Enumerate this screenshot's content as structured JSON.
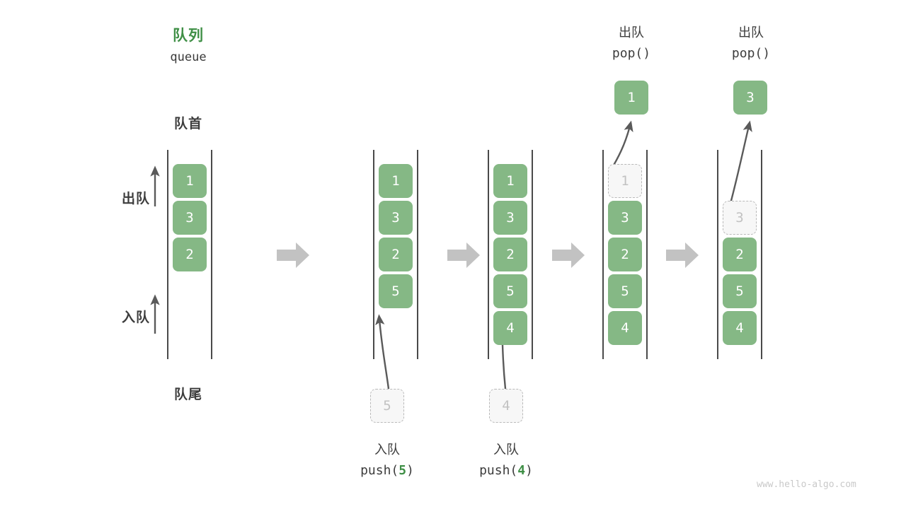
{
  "header": {
    "title_cn": "队列",
    "title_en": "queue"
  },
  "annotations": {
    "front_label": "队首",
    "rear_label": "队尾",
    "dequeue_label": "出队",
    "enqueue_label": "入队"
  },
  "colors": {
    "accent_green": "#3f8f46",
    "cell_green": "#85b885",
    "cell_text": "#ffffff",
    "ghost_fill": "#f7f7f7",
    "ghost_border": "#b9b9b9",
    "ghost_text": "#c2c2c2",
    "rail": "#4a4a4a",
    "arrow_gray": "#c2c2c2",
    "thin_arrow": "#5a5a5a",
    "text_dark": "#3d3d3d",
    "watermark": "#c9c9c9"
  },
  "steps": [
    {
      "id": "initial",
      "cells": [
        "1",
        "3",
        "2"
      ],
      "ghost_in_rail": null,
      "ghost_below": null,
      "popped_cell": null,
      "caption_cn": null,
      "caption_code": null
    },
    {
      "id": "push-5",
      "cells": [
        "1",
        "3",
        "2",
        "5"
      ],
      "ghost_in_rail": null,
      "ghost_below": "5",
      "popped_cell": null,
      "caption_cn": "入队",
      "caption_code_prefix": "push(",
      "caption_code_value": "5",
      "caption_code_suffix": ")"
    },
    {
      "id": "push-4",
      "cells": [
        "1",
        "3",
        "2",
        "5",
        "4"
      ],
      "ghost_in_rail": null,
      "ghost_below": "4",
      "popped_cell": null,
      "caption_cn": "入队",
      "caption_code_prefix": "push(",
      "caption_code_value": "4",
      "caption_code_suffix": ")"
    },
    {
      "id": "pop-1",
      "cells": [
        "3",
        "2",
        "5",
        "4"
      ],
      "ghost_in_rail": "1",
      "ghost_below": null,
      "popped_cell": "1",
      "caption_cn": "出队",
      "caption_code_prefix": "pop(",
      "caption_code_value": "",
      "caption_code_suffix": ")"
    },
    {
      "id": "pop-3",
      "cells": [
        "2",
        "5",
        "4"
      ],
      "ghost_in_rail": "3",
      "ghost_below": null,
      "popped_cell": "3",
      "caption_cn": "出队",
      "caption_code_prefix": "pop(",
      "caption_code_value": "",
      "caption_code_suffix": ")"
    }
  ],
  "step_arrows_count": 4,
  "watermark": "www.hello-algo.com"
}
